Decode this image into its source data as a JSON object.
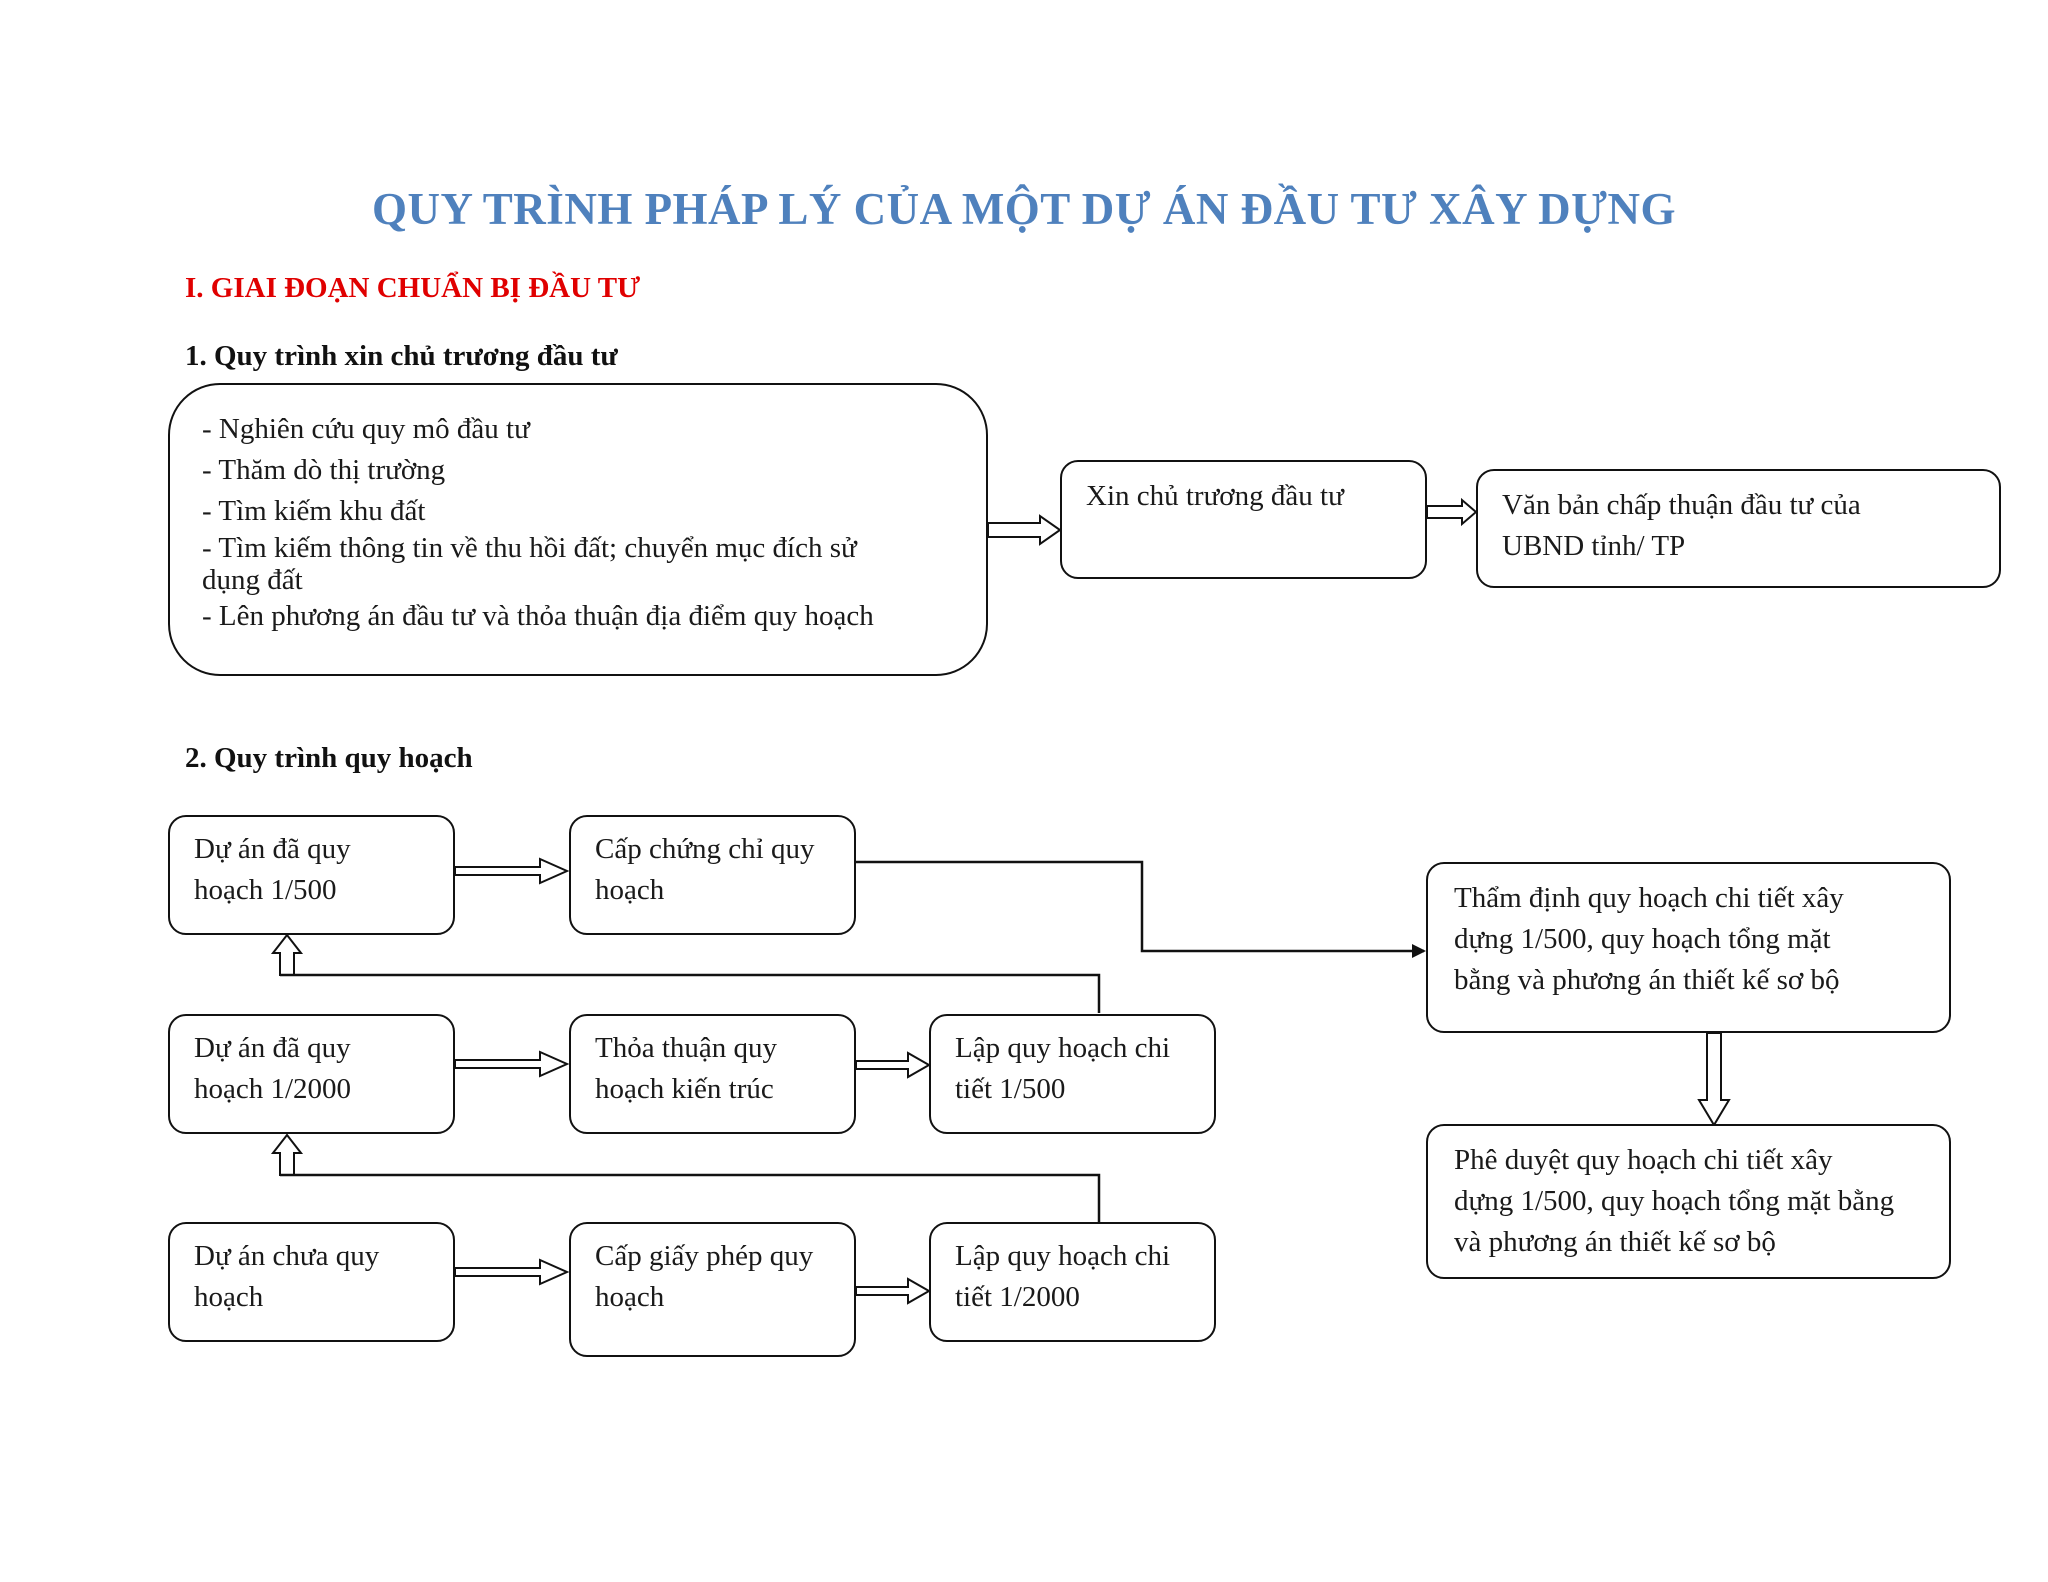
{
  "title": "QUY TRÌNH PHÁP LÝ CỦA MỘT DỰ ÁN ĐẦU TƯ XÂY DỰNG",
  "section1": "I. GIAI ĐOẠN CHUẨN BỊ ĐẦU TƯ",
  "sub1": "1. Quy trình xin chủ trương đầu tư",
  "sub2": "2. Quy trình quy hoạch",
  "colors": {
    "title": "#4f81bd",
    "section": "#e00000",
    "border": "#111111"
  },
  "step1": {
    "research_lines": [
      "- Nghiên cứu quy mô đầu tư",
      "- Thăm dò thị trường",
      "- Tìm kiếm khu đất",
      "- Tìm kiếm thông tin về thu hồi đất; chuyển mục đích sử",
      "dụng đất",
      "- Lên phương án đầu tư và thỏa thuận địa điểm quy hoạch"
    ],
    "request": "Xin chủ trương đầu tư",
    "approval_lines": [
      "Văn bản chấp thuận đầu tư của",
      "UBND tỉnh/ TP"
    ]
  },
  "step2": {
    "planned_500": [
      "Dự án đã quy",
      "hoạch 1/500"
    ],
    "cert": [
      "Cấp chứng chỉ quy",
      "hoạch"
    ],
    "planned_2000": [
      "Dự án đã quy",
      "hoạch 1/2000"
    ],
    "agreement": [
      "Thỏa thuận quy",
      "hoạch kiến trúc"
    ],
    "detail_500": [
      "Lập quy hoạch chi",
      "tiết 1/500"
    ],
    "unplanned": [
      "Dự án chưa quy",
      "hoạch"
    ],
    "permit": [
      "Cấp giấy phép quy",
      "hoạch"
    ],
    "detail_2000": [
      "Lập quy hoạch chi",
      "tiết 1/2000"
    ],
    "appraisal": [
      "Thẩm định quy hoạch chi tiết xây",
      "dựng 1/500, quy hoạch tổng mặt",
      "bằng và phương án thiết kế sơ bộ"
    ],
    "approval": [
      "Phê duyệt quy hoạch chi tiết xây",
      "dựng 1/500, quy hoạch tổng mặt bằng",
      "và phương án thiết kế sơ bộ"
    ]
  }
}
